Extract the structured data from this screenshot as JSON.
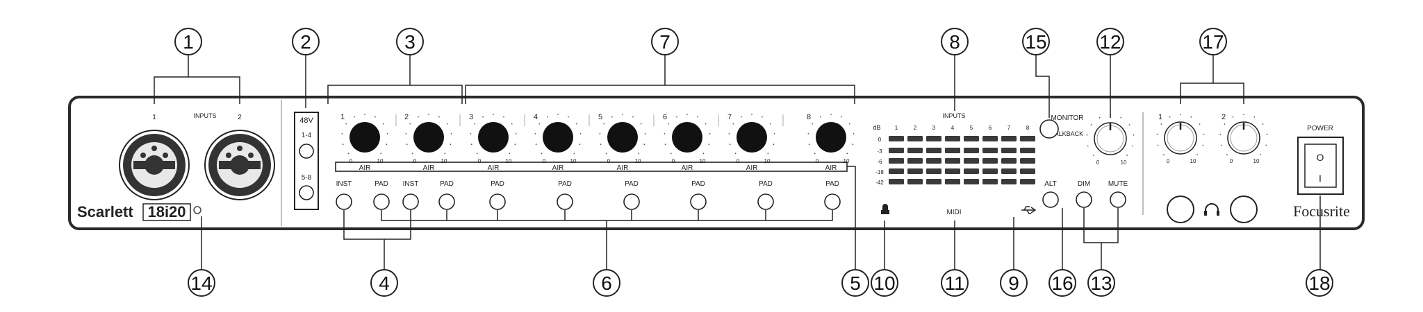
{
  "callouts": [
    "1",
    "2",
    "3",
    "4",
    "5",
    "6",
    "7",
    "8",
    "9",
    "10",
    "11",
    "12",
    "13",
    "14",
    "15",
    "16",
    "17",
    "18"
  ],
  "panel": {
    "brand": "Scarlett",
    "model": "18i20",
    "logo": "Focusrite",
    "inputs_label": "INPUTS",
    "xlr_labels": [
      "1",
      "2"
    ],
    "phantom": {
      "title": "48V",
      "group_a": "1-4",
      "group_b": "5-8"
    },
    "preamps": {
      "channels": [
        "1",
        "2",
        "3",
        "4",
        "5",
        "6",
        "7",
        "8"
      ],
      "scale_min": "0",
      "scale_max": "10",
      "air_label": "AIR",
      "inst_label": "INST",
      "pad_label": "PAD"
    },
    "meters": {
      "title": "INPUTS",
      "db_label": "dB",
      "db_scale": [
        "0",
        "-3",
        "-6",
        "-18",
        "-42"
      ],
      "channels": [
        "1",
        "2",
        "3",
        "4",
        "5",
        "6",
        "7",
        "8"
      ],
      "midi_label": "MIDI"
    },
    "monitor": {
      "title": "MONITOR",
      "talkback_label": "TALKBACK",
      "scale_min": "0",
      "scale_max": "10",
      "alt_label": "ALT",
      "dim_label": "DIM",
      "mute_label": "MUTE"
    },
    "headphones": {
      "channels": [
        "1",
        "2"
      ],
      "scale_min": "0",
      "scale_max": "10"
    },
    "power_label": "POWER",
    "power_on": "I",
    "power_off": "O"
  },
  "colors": {
    "panel_stroke": "#2a2a2a",
    "knob": "#111111",
    "text": "#222222"
  }
}
